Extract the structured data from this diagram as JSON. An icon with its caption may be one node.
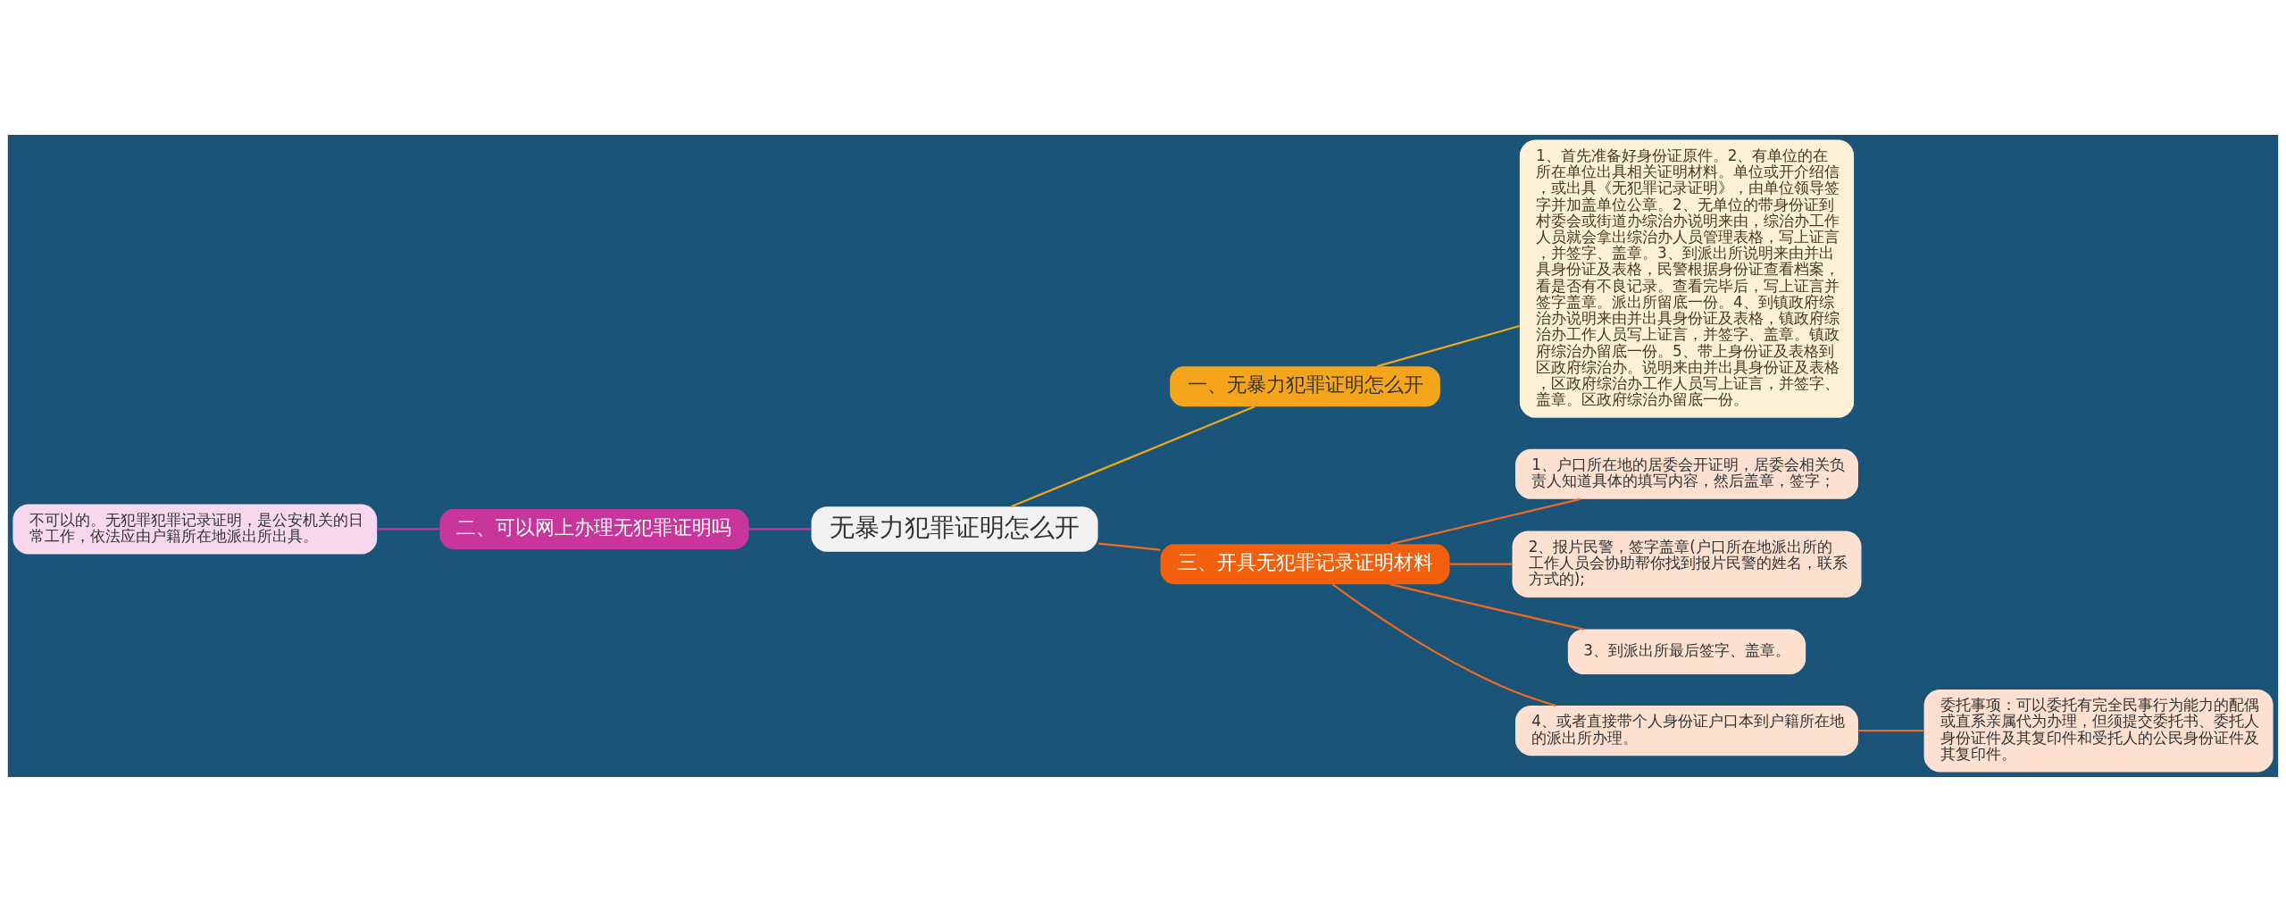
{
  "diagram": {
    "nodes": [
      {
        "text": [
          "无暴力犯罪证明怎么开"
        ]
      },
      {
        "text": [
          "一、无暴力犯罪证明怎么开"
        ]
      },
      {
        "text": [
          "1、首先准备好身份证原件。2、有单位的在所在单位出具相关证明材料。单位或开介绍信，或出具《无犯罪记录证明》，由单位领导签字并加盖单位公章。2、无单位的带身份证到村委会或街道办综治办说明来由，综治办工作人员就会拿出综治办人员管理表格，写上证言，并签字、盖章。3、到派出所说明来由并出具身份证及表格，民警根据身份证查看档案，看是否有不良记录。查看完毕后，写上证言并签字盖章。派出所留底一份。4、到镇政府综治办说明来由并出具身份证及表格，镇政府综治办工作人员写上证言，并签字、盖章。镇政府综治办留底一份。5、带上身份证及表格到区政府综治办。说明来由并出具身份证及表格，区政府综治办工作人员写上证言，并签字、盖章。区政府综治办留底一份。"
        ]
      },
      {
        "text": [
          "二、可以网上办理无犯罪证明吗"
        ]
      },
      {
        "text": [
          "不可以的。无犯罪犯罪记录证明，是公安机关的日常工作，依法应由户籍所在地派出所出具。"
        ]
      },
      {
        "text": [
          "三、开具无犯罪记录证明材料"
        ]
      },
      {
        "text": [
          "1、户口所在地的居委会开证明，居委会相关负责人知道具体的填写内容，然后盖章，签字；"
        ]
      },
      {
        "text": [
          "2、报片民警，签字盖章(户口所在地派出所的工作人员会协助帮你找到报片民警的姓名，联系方式的);"
        ]
      },
      {
        "text": [
          "3、到派出所最后签字、盖章。"
        ]
      },
      {
        "text": [
          "4、或者直接带个人身份证户口本到户籍所在地的派出所办理。"
        ]
      },
      {
        "text": [
          "委托事项：可以委托有完全民事行为能力的配偶或直系亲属代为办理，但须提交委托书、委托人身份证件及其复印件和受托人的公民身份证件及其复印件。"
        ]
      }
    ],
    "edges": [
      {
        "from": 0,
        "to": 1,
        "arrow": "none",
        "color": "#f0a81c"
      },
      {
        "from": 1,
        "to": 2,
        "arrow": "none",
        "color": "#f0a81c"
      },
      {
        "from": 3,
        "to": 0,
        "arrow": "none",
        "color": "#c8369c"
      },
      {
        "from": 4,
        "to": 3,
        "arrow": "none",
        "color": "#c8369c"
      },
      {
        "from": 0,
        "to": 5,
        "arrow": "none"
      },
      {
        "from": 5,
        "to": 6,
        "arrow": "none"
      },
      {
        "from": 5,
        "to": 7,
        "arrow": "none"
      },
      {
        "from": 5,
        "to": 8,
        "arrow": "none"
      },
      {
        "from": 5,
        "to": 9,
        "arrow": "none"
      },
      {
        "from": 9,
        "to": 10,
        "arrow": "none"
      }
    ]
  }
}
